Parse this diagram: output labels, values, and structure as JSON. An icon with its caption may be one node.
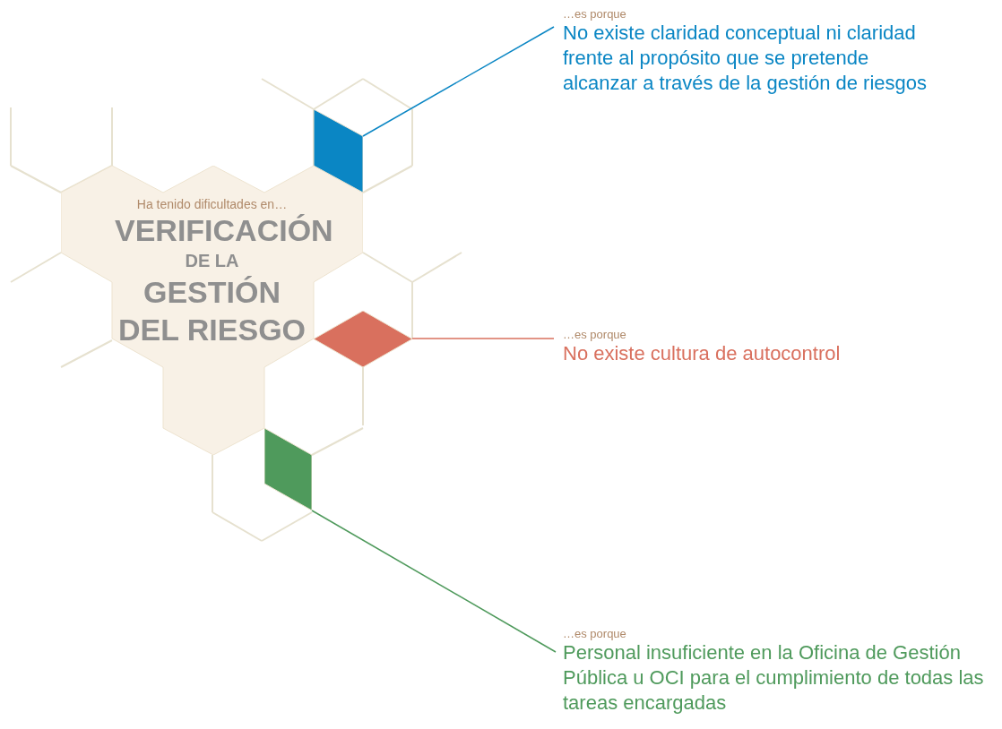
{
  "diagram": {
    "nodes": [
      {
        "text": [
          "Ha tenido dificultades en…",
          "VERIFICACIÓN",
          "DE LA",
          "GESTIÓN DEL RIESGO"
        ]
      },
      {
        "text": [],
        "shape": "parallelogram"
      },
      {
        "text": [
          "…es porque",
          "No existe claridad conceptual ni claridad frente al propósito que se pretende alcanzar a través de la gestión de riesgos"
        ]
      },
      {
        "text": [],
        "shape": "diamond"
      },
      {
        "text": [
          "…es porque",
          "No existe cultura de autocontrol"
        ]
      },
      {
        "text": [],
        "shape": "parallelogram"
      },
      {
        "text": [
          "…es porque",
          "Personal insuficiente en la Oficina de Gestión Pública u OCI para el cumplimiento de todas las tareas encargadas"
        ]
      }
    ],
    "edges": [
      {
        "from": 2,
        "to": 1,
        "arrow": "none",
        "color": "#0a86c4"
      },
      {
        "from": 4,
        "to": 3,
        "arrow": "none",
        "color": "#d9705e"
      },
      {
        "from": 6,
        "to": 5,
        "arrow": "none",
        "color": "#4f9a5c"
      }
    ]
  }
}
